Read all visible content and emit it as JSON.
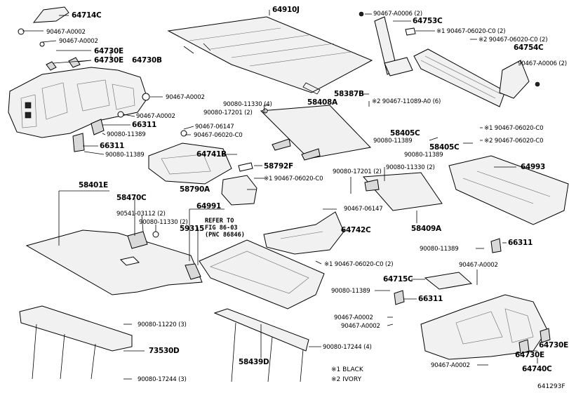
{
  "diagram": {
    "ref_code": "641293F",
    "legend": [
      {
        "mark": "※1",
        "text": "BLACK"
      },
      {
        "mark": "※2",
        "text": "IVORY"
      }
    ],
    "refer_note": "REFER TO\nFIG 86-03\n(PNC 86846)",
    "labels": {
      "l64714C": "64714C",
      "l90467A0002_tl1": "90467-A0002",
      "l90467A0002_tl2": "90467-A0002",
      "l64730E_1": "64730E",
      "l64730E_2": "64730E",
      "l64730B": "64730B",
      "l90467A0002_ml": "90467-A0002",
      "l90467A0002_ml2": "90467-A0002",
      "l66311_tl": "66311",
      "l90080_11389_l1": "90080-11389",
      "l66311_ml": "66311",
      "l90080_11389_l2": "90080-11389",
      "l64910J": "64910J",
      "l90467A0006_2_t": "90467-A0006 (2)",
      "l64753C": "64753C",
      "l90467_06020_C0_2a": "※1 90467-06020-C0 (2)",
      "l90467_06020_C0_2b": "※2 90467-06020-C0 (2)",
      "l64754C": "64754C",
      "l90467A0006_2_r": "90467-A0006 (2)",
      "l58387B": "58387B",
      "l90467_11089": "※2 90467-11089-A0 (6)",
      "l90080_11330_4": "90080-11330 (4)",
      "l90080_17201_2a": "90080-17201 (2)",
      "l58408A": "58408A",
      "l90467_06147a": "90467-06147",
      "l90467_06020_C0a": "90467-06020-C0",
      "l58405C_a": "58405C",
      "l90080_11389_c1": "90080-11389",
      "l58405C_b": "58405C",
      "l90080_11389_c2": "90080-11389",
      "l90467_06020_C0_r1": "※1 90467-06020-C0",
      "l90467_06020_C0_r2": "※2 90467-06020-C0",
      "l64741B": "64741B",
      "l58792F": "58792F",
      "l90080_17201_2b": "90080-17201 (2)",
      "l90080_11330_2": "90080-11330 (2)",
      "l64993": "64993",
      "l58401E": "58401E",
      "l58790A": "58790A",
      "l90467_06020_C0_c": "※1 90467-06020-C0",
      "l58470C": "58470C",
      "l90541_03112": "90541-03112 (2)",
      "l64991": "64991",
      "l90467_06147b": "90467-06147",
      "l90080_11330_2b": "90080-11330 (2)",
      "l59315": "59315",
      "l58409A": "58409A",
      "l64742C": "64742C",
      "l90080_11389_r": "90080-11389",
      "l66311_r1": "66311",
      "l90467_06020_C0_2c": "※1 90467-06020-C0 (2)",
      "l90467A0002_r": "90467-A0002",
      "l64715C": "64715C",
      "l90080_11389_r2": "90080-11389",
      "l66311_r2": "66311",
      "l90467A0002_r2": "90467-A0002",
      "l90467A0002_r3": "90467-A0002",
      "l90080_11220_3": "90080-11220 (3)",
      "l73530D": "73530D",
      "l58439D": "58439D",
      "l90080_17244_4": "90080-17244 (4)",
      "l90080_17244_3": "90080-17244 (3)",
      "l90467A0002_br": "90467-A0002",
      "l64730E_br": "64730E",
      "l64730E_br2": "64730E",
      "l64740C": "64740C"
    }
  }
}
